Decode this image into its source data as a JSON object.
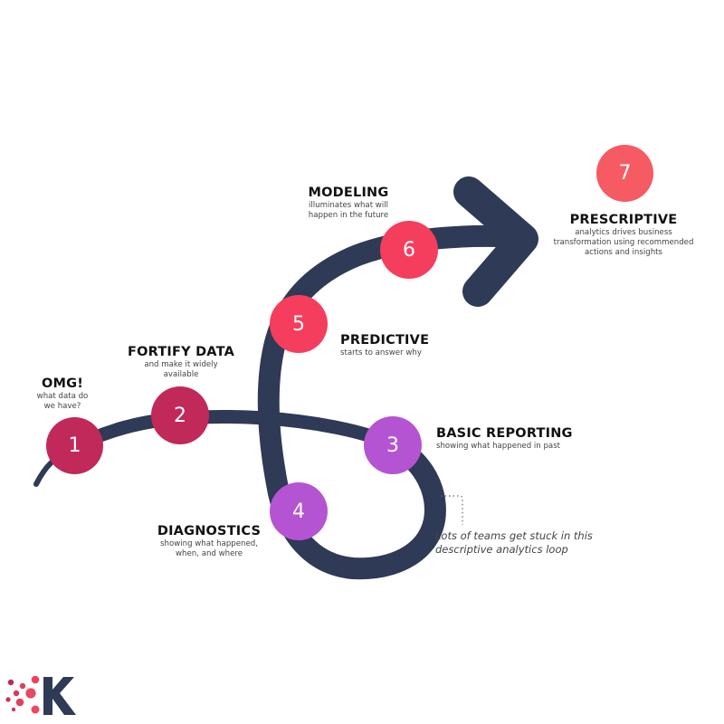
{
  "colors": {
    "path": "#2e3a56",
    "stage_dark_red": "#c0295a",
    "stage_purple": "#b454d3",
    "stage_pink_red": "#f53d5d",
    "stage_coral": "#f65a62",
    "text_dark": "#111111",
    "text_muted": "#444444"
  },
  "steps": [
    {
      "number": "1",
      "title": "OMG!",
      "description": "what data do we have?",
      "color": "#c0295a"
    },
    {
      "number": "2",
      "title": "FORTIFY DATA",
      "description": "and make it widely available",
      "color": "#c0295a"
    },
    {
      "number": "3",
      "title": "BASIC REPORTING",
      "description": "showing what happened in past",
      "color": "#b454d3"
    },
    {
      "number": "4",
      "title": "DIAGNOSTICS",
      "description": "showing what happened, when, and where",
      "color": "#b454d3"
    },
    {
      "number": "5",
      "title": "PREDICTIVE",
      "description": "starts to answer why",
      "color": "#f53d5d"
    },
    {
      "number": "6",
      "title": "MODELING",
      "description": "illuminates what will happen in the future",
      "color": "#f53d5d"
    },
    {
      "number": "7",
      "title": "PRESCRIPTIVE",
      "description": "analytics drives business transformation using recommended actions and insights",
      "color": "#f65a62"
    }
  ],
  "desc_lines": {
    "1": [
      "what data do",
      "we have?"
    ],
    "2": [
      "and make it widely",
      "available"
    ],
    "4": [
      "showing what happened,",
      "when, and where"
    ],
    "6": [
      "illuminates what will",
      "happen in the future"
    ],
    "7": [
      "analytics drives business",
      "transformation using recommended",
      "actions and insights"
    ]
  },
  "annotation": {
    "line1": "Lots of teams get stuck in this",
    "line2": "descriptive analytics loop"
  },
  "logo": {
    "letter": "K",
    "icon": "dots-k-logo"
  }
}
